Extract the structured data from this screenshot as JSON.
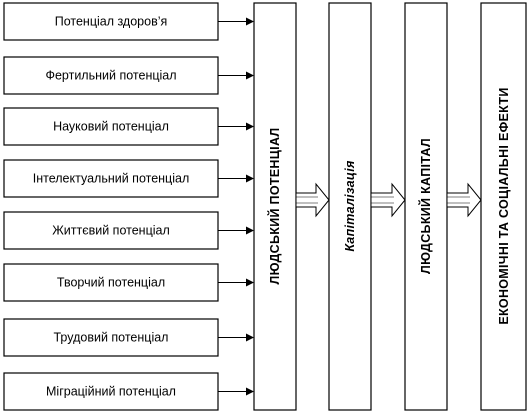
{
  "potentials": [
    "Потенціал здоров’я",
    "Фертильний потенціал",
    "Науковий потенціал",
    "Інтелектуальний потенціал",
    "Життєвий потенціал",
    "Творчий потенціал",
    "Трудовий потенціал",
    "Міграційний потенціал"
  ],
  "columns": {
    "human_potential": "ЛЮДСЬКИЙ ПОТЕНЦІАЛ",
    "capitalization": "Капіталізація",
    "human_capital": "ЛЮДСЬКИЙ КАПІТАЛ",
    "effects": "ЕКОНОМІЧНІ ТА СОЦІАЛЬНІ ЕФЕКТИ"
  }
}
